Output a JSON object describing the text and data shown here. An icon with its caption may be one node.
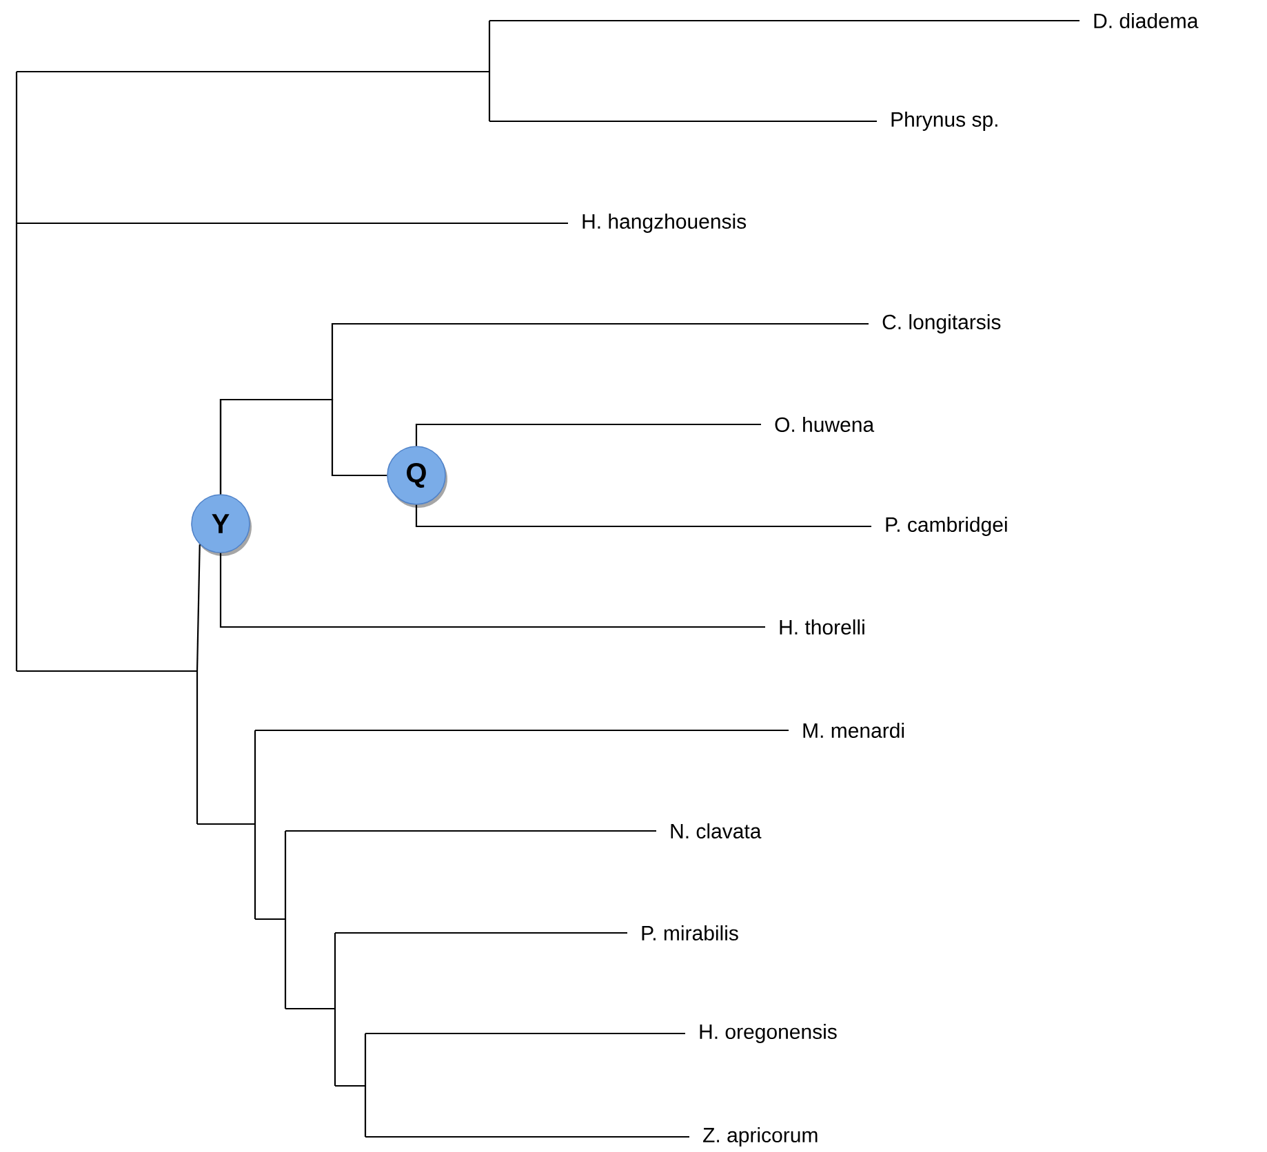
{
  "diagram": {
    "nodes": [
      {
        "text": [
          "D. diadema"
        ]
      },
      {
        "text": [
          "Phrynus sp."
        ]
      },
      {
        "text": [
          "H. hangzhouensis"
        ]
      },
      {
        "text": [
          "C. longitarsis"
        ]
      },
      {
        "text": [
          "O. huwena"
        ]
      },
      {
        "text": [
          "Q"
        ]
      },
      {
        "text": [
          "Y"
        ]
      },
      {
        "text": [
          "P. cambridgei"
        ]
      },
      {
        "text": [
          "H. thorelli"
        ]
      },
      {
        "text": [
          "M. menardi"
        ]
      },
      {
        "text": [
          "N. clavata"
        ]
      },
      {
        "text": [
          "P. mirabilis"
        ]
      },
      {
        "text": [
          "H. oregonensis"
        ]
      },
      {
        "text": [
          "Z. apricorum"
        ]
      }
    ],
    "edges": [
      {
        "from": null,
        "to": 0,
        "arrow": "none"
      },
      {
        "from": null,
        "to": 1,
        "arrow": "none"
      },
      {
        "from": null,
        "to": 2,
        "arrow": "none"
      },
      {
        "from": null,
        "to": 6,
        "arrow": "none"
      },
      {
        "from": 6,
        "to": 3,
        "arrow": "none"
      },
      {
        "from": 6,
        "to": 5,
        "arrow": "none"
      },
      {
        "from": 5,
        "to": 4,
        "arrow": "none"
      },
      {
        "from": 5,
        "to": 7,
        "arrow": "none"
      },
      {
        "from": 6,
        "to": 8,
        "arrow": "none"
      },
      {
        "from": null,
        "to": 9,
        "arrow": "none"
      },
      {
        "from": null,
        "to": 10,
        "arrow": "none"
      },
      {
        "from": null,
        "to": 11,
        "arrow": "none"
      },
      {
        "from": null,
        "to": 12,
        "arrow": "none"
      },
      {
        "from": null,
        "to": 13,
        "arrow": "none"
      }
    ]
  }
}
